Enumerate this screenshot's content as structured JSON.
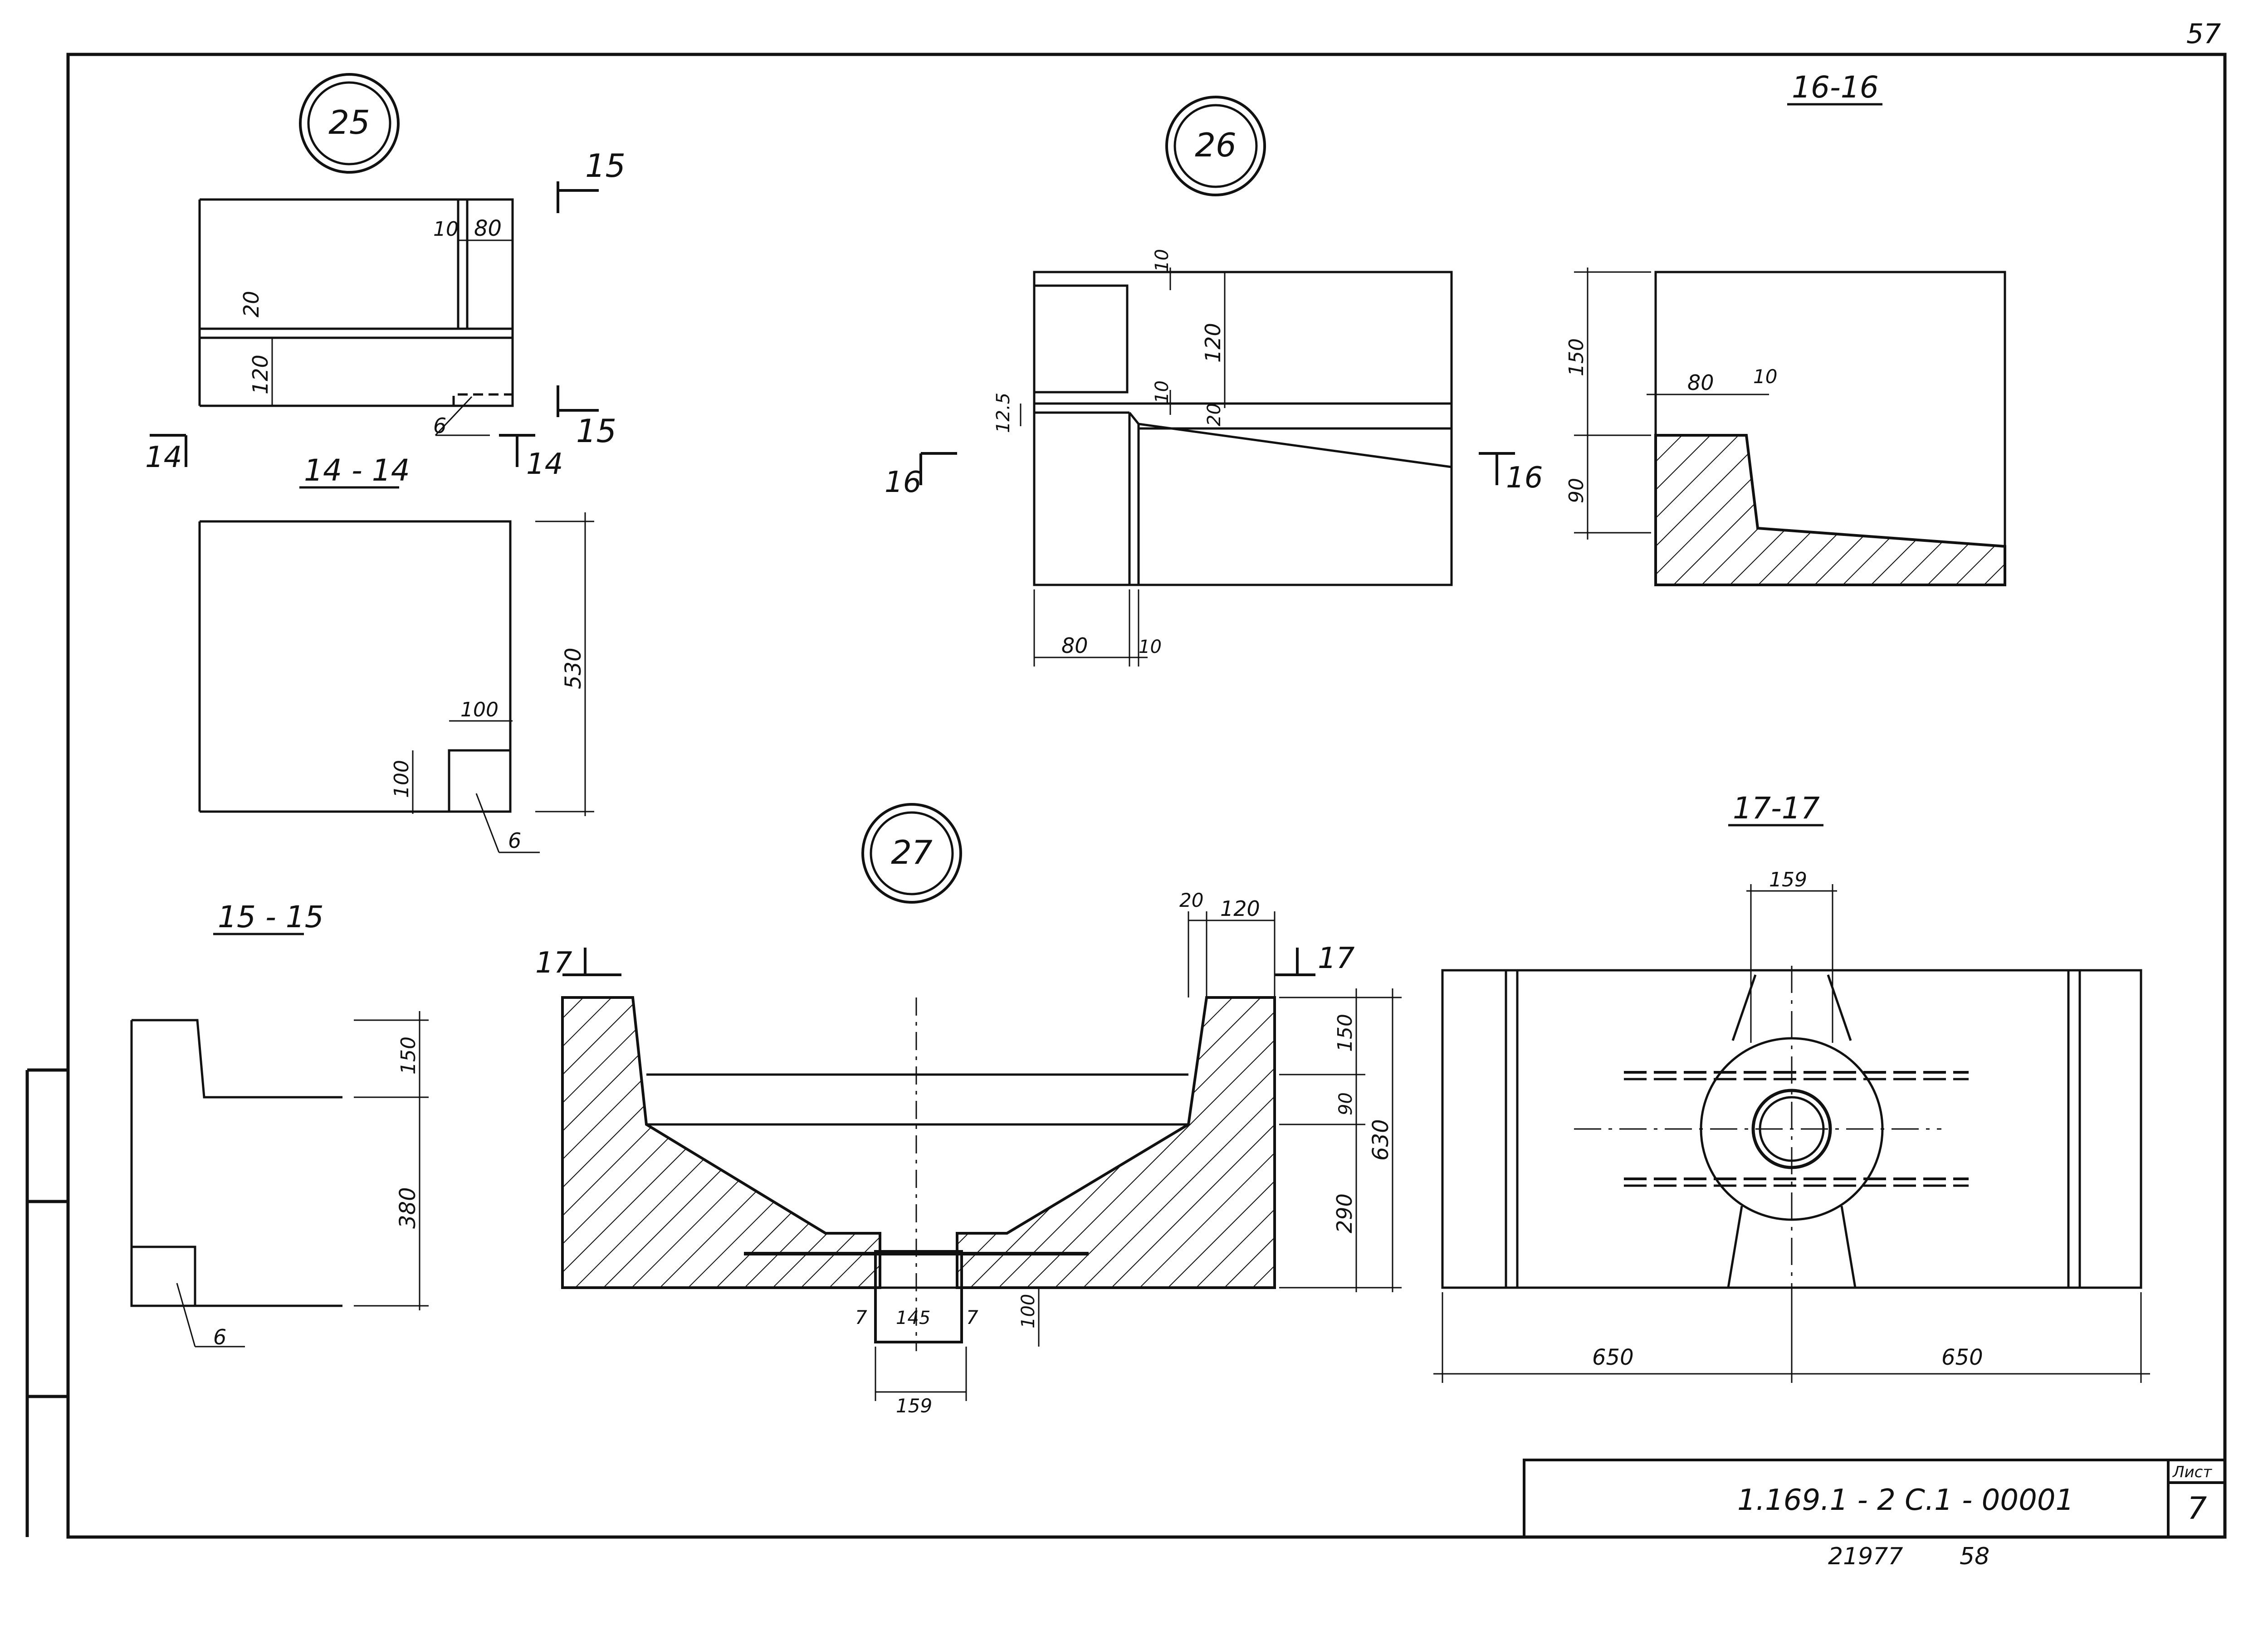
{
  "page_number_top": "57",
  "details": {
    "d25": "25",
    "d26": "26",
    "d27": "27"
  },
  "sections": {
    "s14": "14 - 14",
    "s15": "15 - 15",
    "s16": "16-16",
    "s17": "17-17"
  },
  "cut_marks": {
    "c14": "14",
    "c15": "15",
    "c16": "16",
    "c17": "17"
  },
  "dims": {
    "v10": "10",
    "v80": "80",
    "v20": "20",
    "v120": "120",
    "v100": "100",
    "v530": "530",
    "v150": "150",
    "v380": "380",
    "v12_5": "12.5",
    "v90": "90",
    "v290": "290",
    "v630": "630",
    "v145": "145",
    "v7": "7",
    "v159": "159",
    "v650": "650",
    "v6": "6"
  },
  "title_block": {
    "doc_code": "1.169.1 - 2 C.1 - 00001",
    "sheet_label": "Лист",
    "sheet_no": "7",
    "inv_no": "21977",
    "inv_sub": "58"
  }
}
